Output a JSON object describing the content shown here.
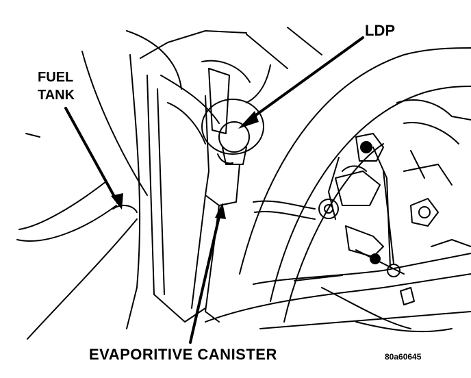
{
  "labels": {
    "ldp": "LDP",
    "fuel": "FUEL",
    "tank": "TANK",
    "canister": "EVAPORITIVE CANISTER",
    "figure_id": "80a60645"
  },
  "colors": {
    "ink": "#000000",
    "paper": "#ffffff"
  }
}
